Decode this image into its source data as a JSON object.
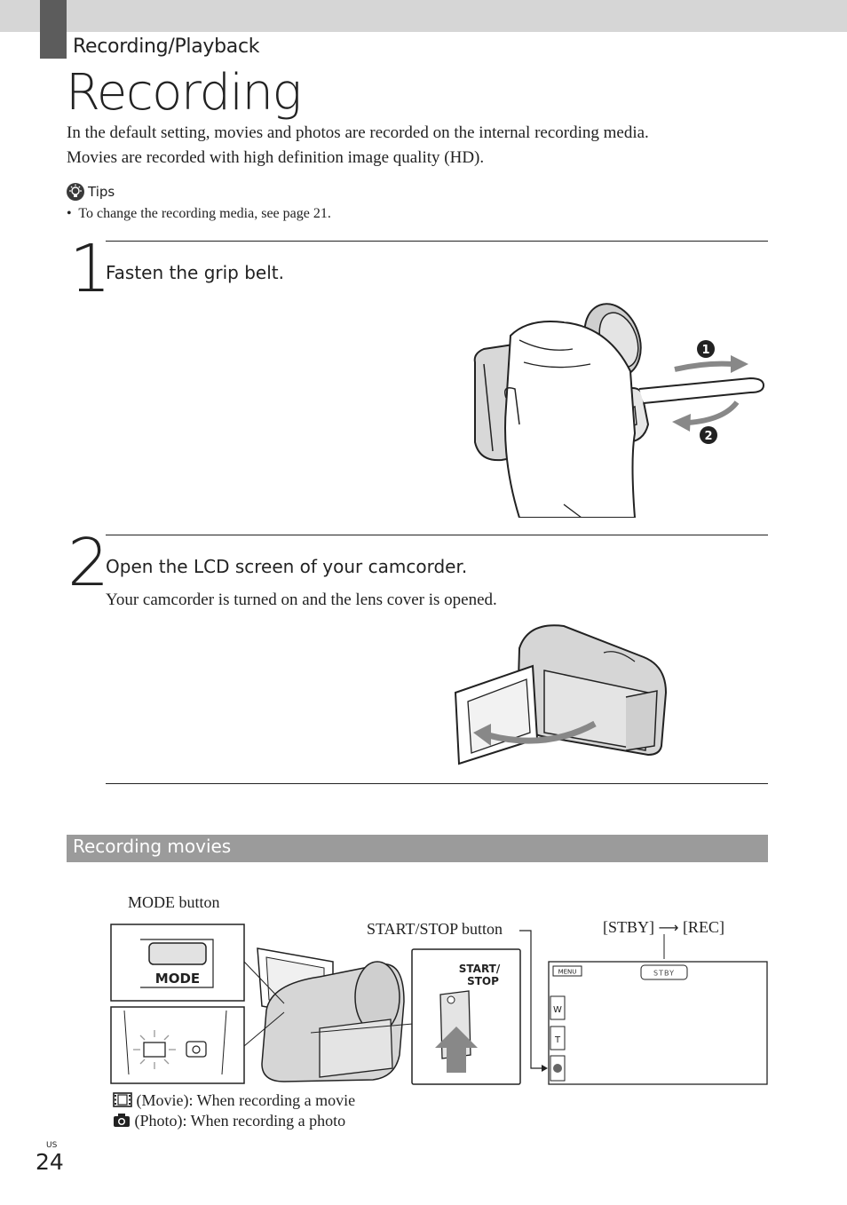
{
  "header": {
    "section": "Recording/Playback",
    "title": "Recording"
  },
  "intro": {
    "line1": "In the default setting, movies and photos are recorded on the internal recording media.",
    "line2": "Movies are recorded with high definition image quality (HD)."
  },
  "tips": {
    "heading": "Tips",
    "items": [
      "To change the recording media, see page 21."
    ]
  },
  "steps": [
    {
      "number": "1",
      "title": "Fasten the grip belt.",
      "body": "",
      "callouts": [
        "1",
        "2"
      ]
    },
    {
      "number": "2",
      "title": "Open the LCD screen of your camcorder.",
      "body": "Your camcorder is turned on and the lens cover is opened."
    }
  ],
  "recording_movies": {
    "heading": "Recording movies",
    "mode_button_label": "MODE button",
    "mode_key": "MODE",
    "start_stop_label": "START/STOP button",
    "start_stop_key_line1": "START/",
    "start_stop_key_line2": "STOP",
    "stby_label": "[STBY]",
    "arrow": "⟶",
    "rec_label": "[REC]",
    "screen": {
      "menu": "MENU",
      "status": "STBY",
      "w": "W",
      "t": "T"
    },
    "movie_caption": "(Movie): When recording a movie",
    "photo_caption": "(Photo): When recording a photo"
  },
  "footer": {
    "region": "US",
    "page": "24"
  }
}
